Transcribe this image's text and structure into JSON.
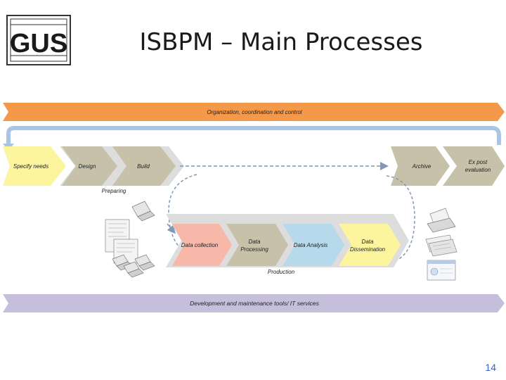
{
  "slide": {
    "title": "ISBPM – Main Processes",
    "page_number": "14",
    "logo_text": "GUS"
  },
  "diagram": {
    "top_band": "Organization, coordination and control",
    "bottom_band": "Development and maintenance tools/ IT services",
    "preparing_label": "Preparing",
    "production_label": "Production",
    "preparing_steps": [
      {
        "label": "Specify needs"
      },
      {
        "label": "Design"
      },
      {
        "label": "Build"
      }
    ],
    "archive": "Archive",
    "expost": [
      "Ex post",
      "evaluation"
    ],
    "production_steps": [
      {
        "label": [
          "Data collection"
        ]
      },
      {
        "label": [
          "Data",
          "Processing"
        ]
      },
      {
        "label": [
          "Data Analysis"
        ]
      },
      {
        "label": [
          "Data",
          "Dissemination"
        ]
      }
    ]
  },
  "colors": {
    "top_band": "#f4994a",
    "bottom_band": "#c6bfdc",
    "specify_needs": "#fdf59e",
    "grey_step": "#c6c1a8",
    "data_collection": "#f7b8a9",
    "data_processing": "#c6c1a8",
    "data_analysis": "#b6d9ec",
    "data_dissemination": "#fdf59e",
    "loop_arrow": "#a9c4e4",
    "dashed": "#7f99b6",
    "page_number": "#3a5fcd"
  }
}
